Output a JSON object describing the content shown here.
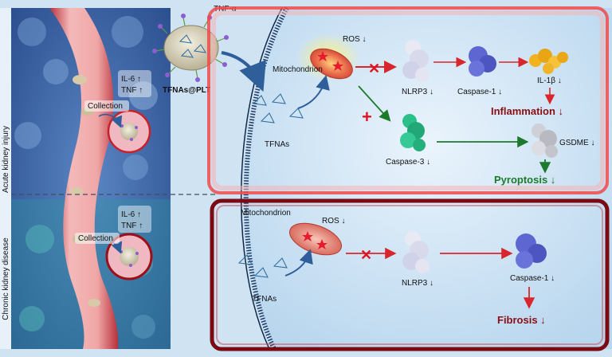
{
  "sections": {
    "aki": "Acute kidney injury",
    "ckd": "Chronic kidney disease"
  },
  "vessel": {
    "top_cytokines_il6": "IL-6 ↑",
    "top_cytokines_tnf": "TNF ↑",
    "top_collection": "Collection",
    "bottom_cytokines_il6": "IL-6 ↑",
    "bottom_cytokines_tnf": "TNF ↑",
    "bottom_collection": "Collection"
  },
  "platelet": {
    "tnf_alpha": "TNF-α",
    "name": "TFNAs@PLT"
  },
  "aki_panel": {
    "ros": "ROS ↓",
    "mitochondrion": "Mitochondrion",
    "tfnas": "TFNAs",
    "nlrp3": "NLRP3 ↓",
    "caspase1": "Caspase-1 ↓",
    "il1b": "IL-1β ↓",
    "inflammation": "Inflammation ↓",
    "caspase3": "Caspase-3 ↓",
    "gsdme": "GSDME ↓",
    "pyroptosis": "Pyroptosis ↓"
  },
  "ckd_panel": {
    "mitochondrion": "Mitochondrion",
    "ros": "ROS ↓",
    "tfnas": "TFNAs",
    "nlrp3": "NLRP3 ↓",
    "caspase1": "Caspase-1 ↓",
    "fibrosis": "Fibrosis ↓"
  },
  "colors": {
    "red": "#d9262c",
    "dark_red": "#8b0d14",
    "green": "#1d7a2c",
    "panel_blue": "#d6e9f7"
  }
}
